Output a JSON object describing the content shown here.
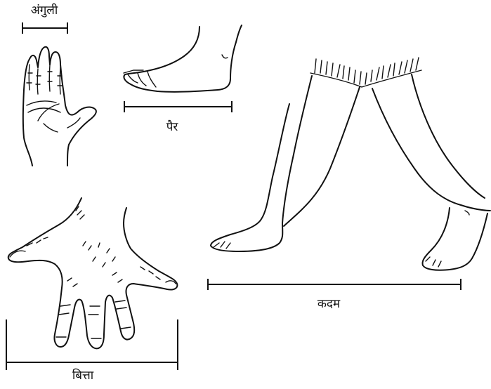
{
  "labels": {
    "finger_width": "अंगुली",
    "foot_length": "पैर",
    "hand_span": "बित्ता",
    "stride": "कदम"
  }
}
